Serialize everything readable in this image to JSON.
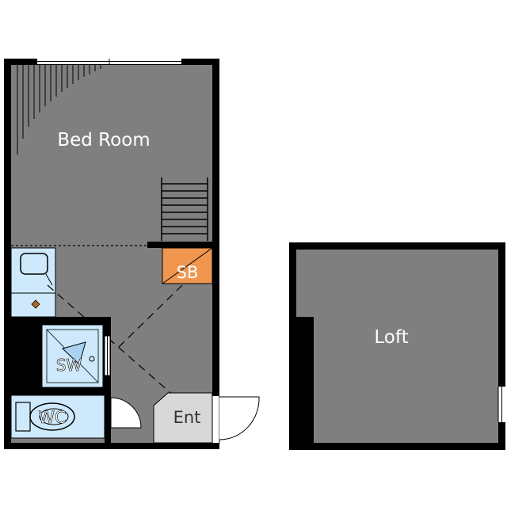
{
  "rooms": {
    "bed_room": "Bed Room",
    "storage": "SB",
    "shower": "SW",
    "toilet": "WC",
    "entrance": "Ent",
    "loft": "Loft"
  },
  "colors": {
    "wall": "#000000",
    "floor": "#7f7f7f",
    "wet_area": "#cde9fb",
    "storage": "#f0964f",
    "entrance": "#d8d8d8",
    "background": "#ffffff"
  }
}
